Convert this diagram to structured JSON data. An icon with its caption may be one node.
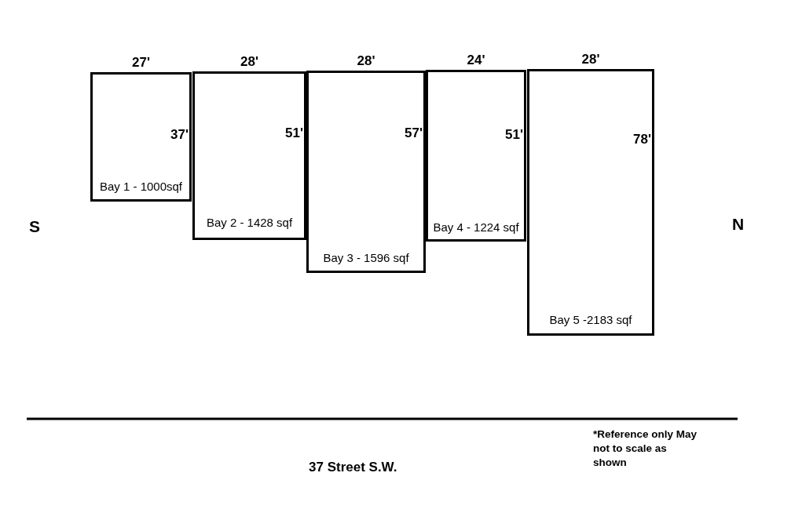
{
  "diagram": {
    "nodes": [
      {
        "text": [
          "37'",
          "Bay 1 - 1000sqf"
        ],
        "beside": [
          "27'"
        ]
      },
      {
        "text": [
          "51'",
          "Bay 2 - 1428 sqf"
        ],
        "beside": [
          "28'"
        ]
      },
      {
        "text": [
          "57'",
          "Bay 3 - 1596 sqf"
        ],
        "beside": [
          "28'"
        ]
      },
      {
        "text": [
          "51'",
          "Bay 4 - 1224 sqf"
        ],
        "beside": [
          "24'"
        ]
      },
      {
        "text": [
          "78'",
          "Bay 5 -2183 sqf"
        ],
        "beside": [
          "28'"
        ]
      }
    ],
    "edges": [],
    "labels": [
      "S",
      "N",
      "37 Street S.W.",
      "*Reference only May not to scale as shown"
    ]
  }
}
